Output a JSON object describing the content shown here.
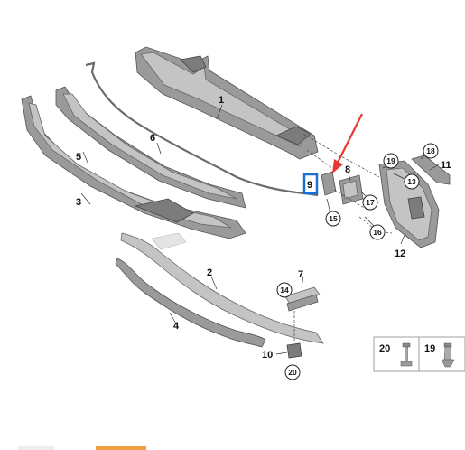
{
  "diagram": {
    "part_labels": {
      "p1": "1",
      "p2": "2",
      "p3": "3",
      "p4": "4",
      "p5": "5",
      "p6": "6",
      "p7": "7",
      "p8": "8",
      "p9": "9",
      "p10": "10",
      "p11": "11",
      "p12": "12"
    },
    "circled_labels": {
      "c13": "13",
      "c14": "14",
      "c15": "15",
      "c16": "16",
      "c17": "17",
      "c18": "18",
      "c19": "19",
      "c20": "20"
    },
    "legend": {
      "item1": "20",
      "item2": "19"
    },
    "colors": {
      "highlight_box": "#1a6fd8",
      "arrow": "#e53935",
      "bottom_bar": "#f0a040"
    }
  }
}
